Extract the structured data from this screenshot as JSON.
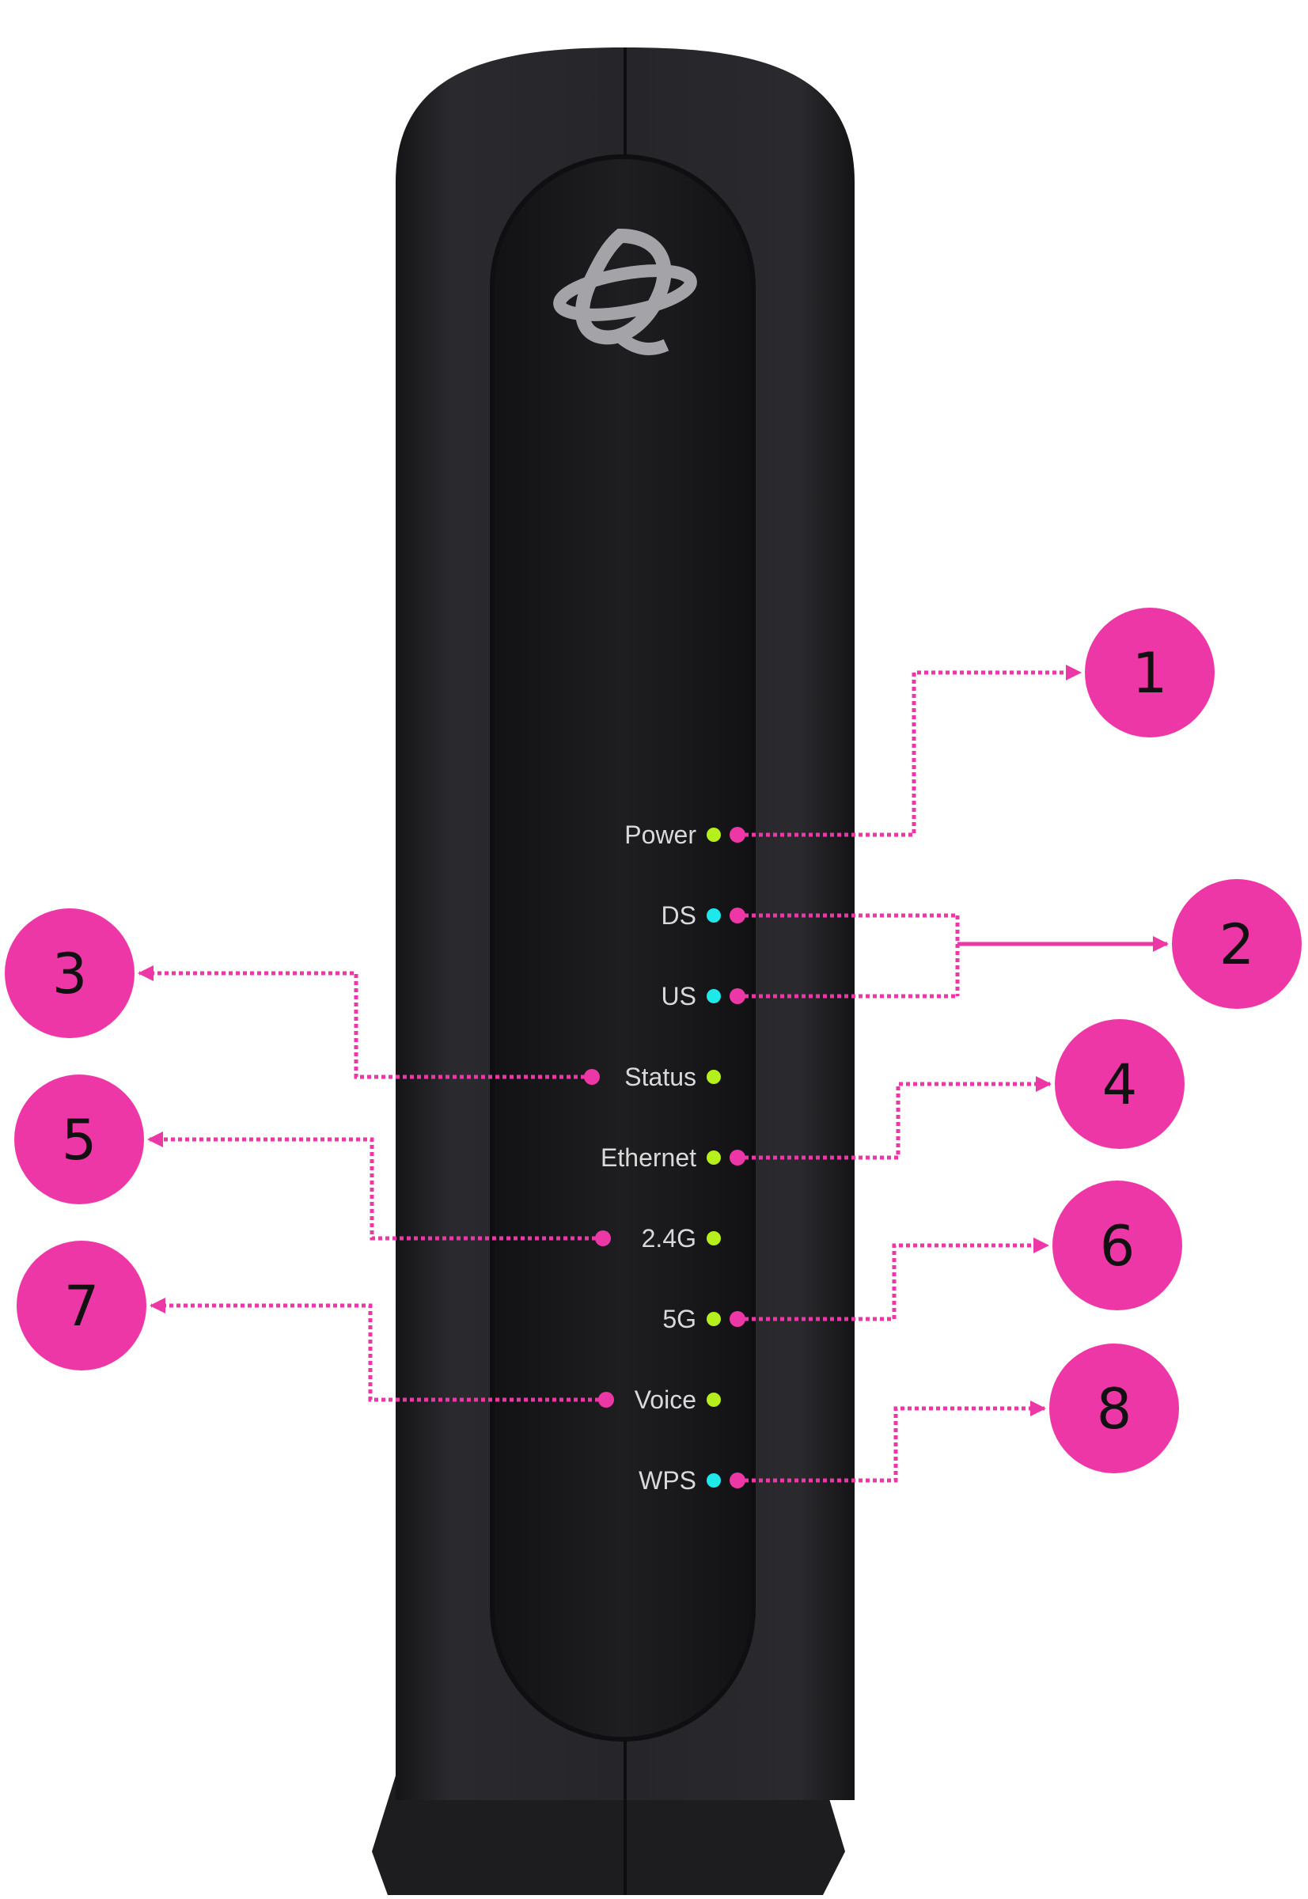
{
  "colors": {
    "callout": "#ee37a6",
    "led_green": "#b6f01c",
    "led_cyan": "#1ee8ea",
    "device_body": "#242428",
    "device_panel": "#1b1b1e",
    "label_text": "#d9d9d9",
    "logo": "#a4a4a8"
  },
  "device": {
    "logo_icon": "brand-logo-icon",
    "leds": [
      {
        "label": "Power",
        "color": "green"
      },
      {
        "label": "DS",
        "color": "cyan"
      },
      {
        "label": "US",
        "color": "cyan"
      },
      {
        "label": "Status",
        "color": "green"
      },
      {
        "label": "Ethernet",
        "color": "green"
      },
      {
        "label": "2.4G",
        "color": "green"
      },
      {
        "label": "5G",
        "color": "green"
      },
      {
        "label": "Voice",
        "color": "green"
      },
      {
        "label": "WPS",
        "color": "cyan"
      }
    ]
  },
  "callouts": [
    {
      "number": "1",
      "leds": [
        "Power"
      ]
    },
    {
      "number": "2",
      "leds": [
        "DS",
        "US"
      ]
    },
    {
      "number": "3",
      "leds": [
        "Status"
      ]
    },
    {
      "number": "4",
      "leds": [
        "Ethernet"
      ]
    },
    {
      "number": "5",
      "leds": [
        "2.4G"
      ]
    },
    {
      "number": "6",
      "leds": [
        "5G"
      ]
    },
    {
      "number": "7",
      "leds": [
        "Voice"
      ]
    },
    {
      "number": "8",
      "leds": [
        "WPS"
      ]
    }
  ]
}
